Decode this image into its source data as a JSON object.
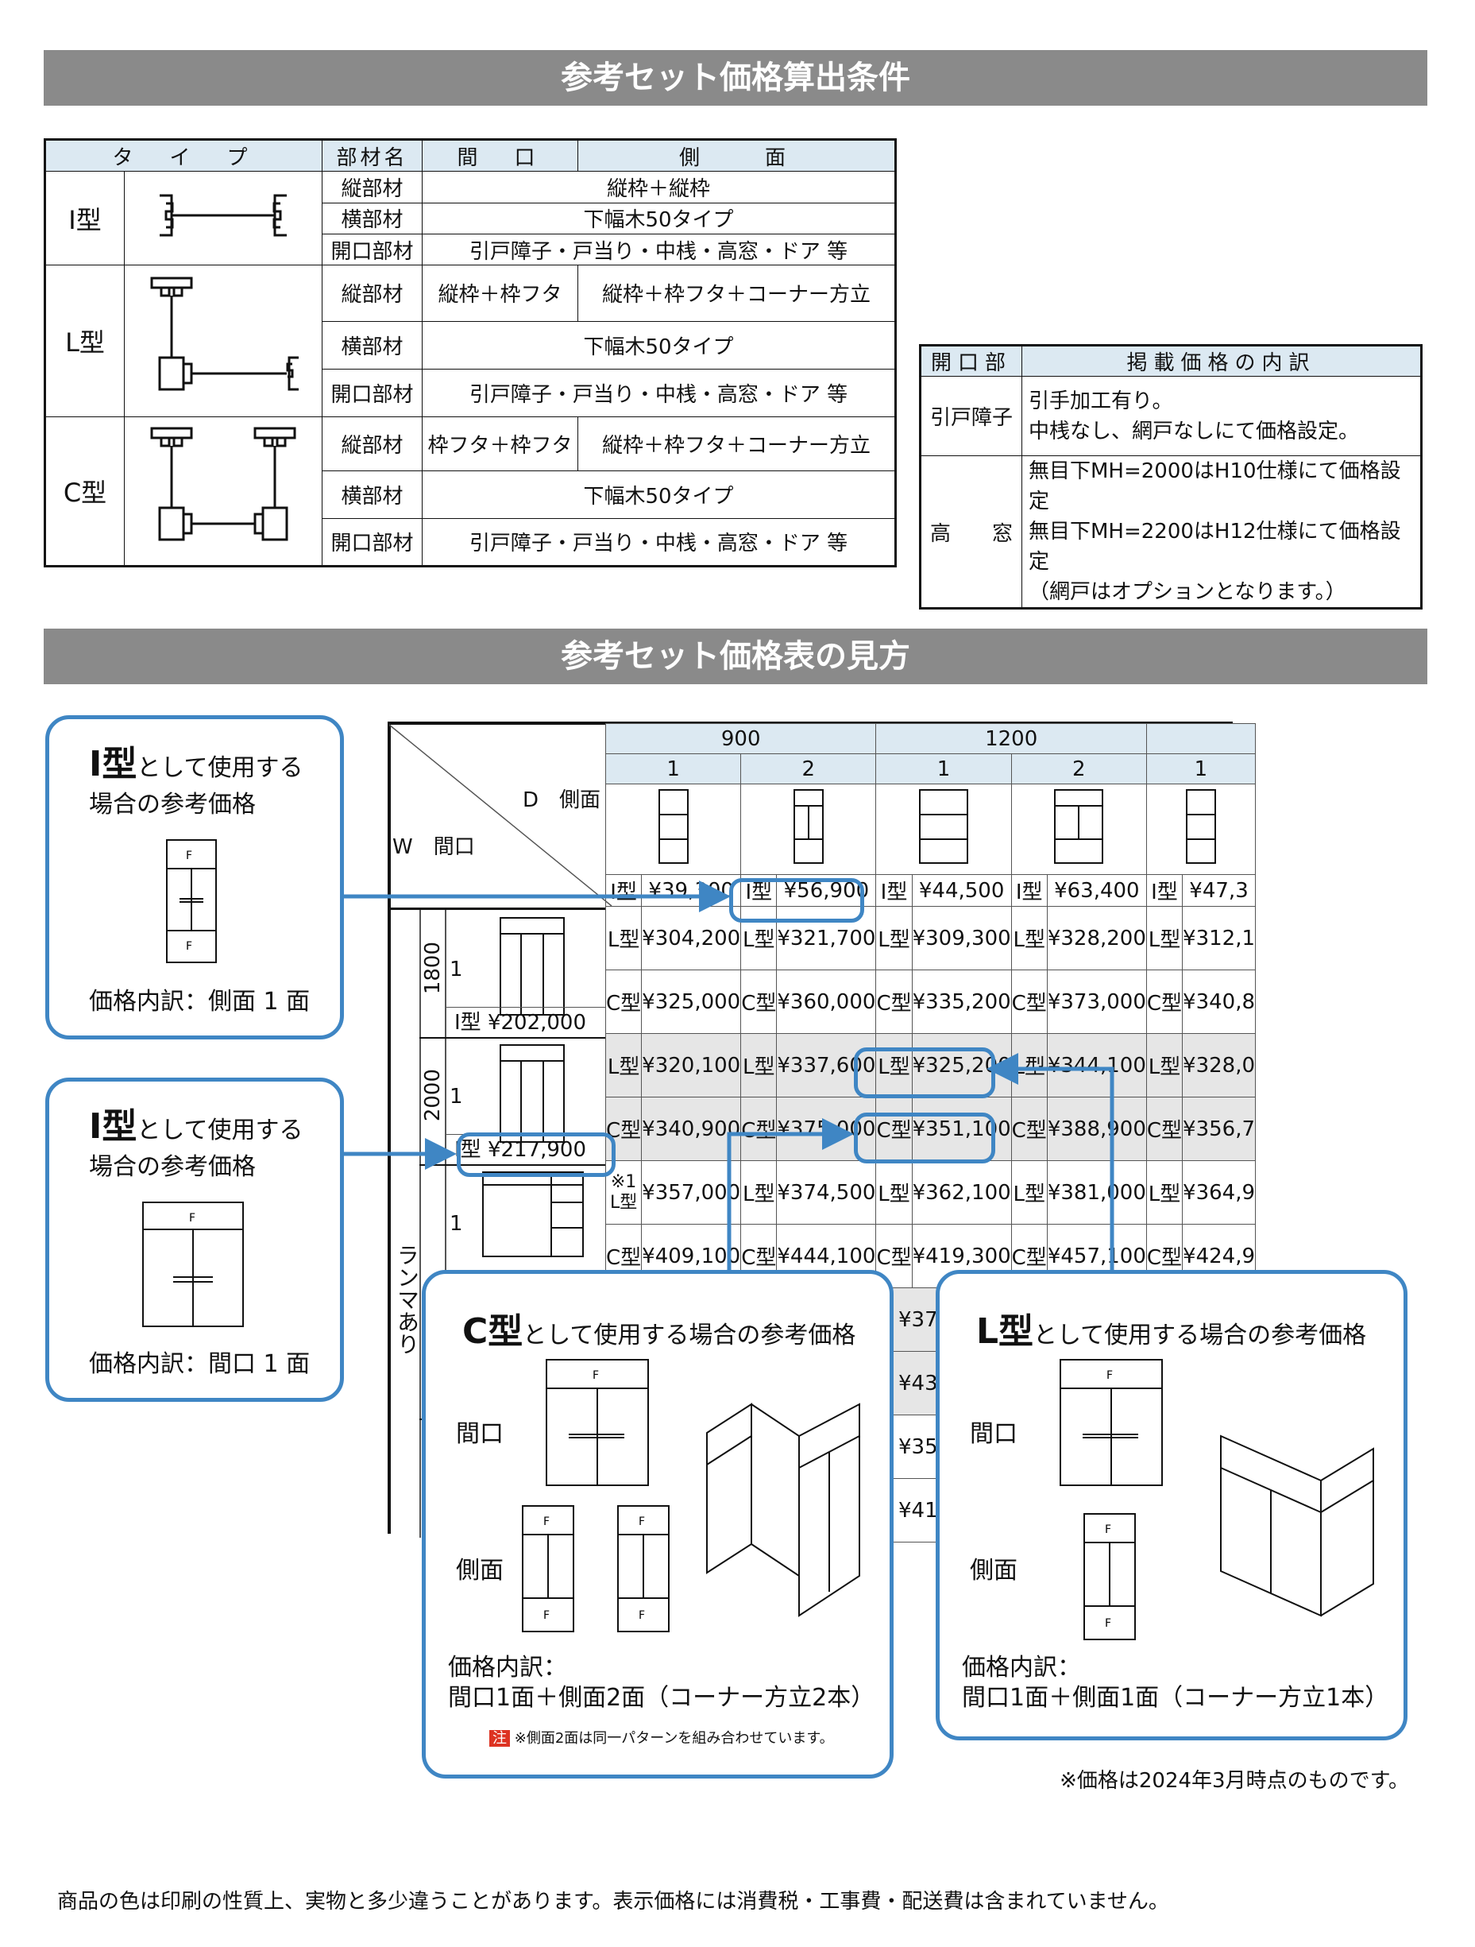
{
  "banner1": "参考セット価格算出条件",
  "banner2": "参考セット価格表の見方",
  "cond": {
    "h_type": "タ　イ　プ",
    "h_part": "部材名",
    "h_front": "間　口",
    "h_side": "側　　面",
    "rows": [
      {
        "type": "I型",
        "p1": "縦部材",
        "p1v": "縦枠＋縦枠",
        "p2": "横部材",
        "p2v": "下幅木50タイプ",
        "p3": "開口部材",
        "p3v": "引戸障子・戸当り・中桟・高窓・ドア 等"
      },
      {
        "type": "L型",
        "p1": "縦部材",
        "p1f": "縦枠＋枠フタ",
        "p1s": "縦枠＋枠フタ＋コーナー方立",
        "p2": "横部材",
        "p2v": "下幅木50タイプ",
        "p3": "開口部材",
        "p3v": "引戸障子・戸当り・中桟・高窓・ドア 等"
      },
      {
        "type": "C型",
        "p1": "縦部材",
        "p1f": "枠フタ＋枠フタ",
        "p1s": "縦枠＋枠フタ＋コーナー方立",
        "p2": "横部材",
        "p2v": "下幅木50タイプ",
        "p3": "開口部材",
        "p3v": "引戸障子・戸当り・中桟・高窓・ドア 等"
      }
    ]
  },
  "breakdown": {
    "h1": "開口部",
    "h2": "掲載価格の内訳",
    "r1_label": "引戸障子",
    "r1_l1": "引手加工有り。",
    "r1_l2": "中桟なし、網戸なしにて価格設定。",
    "r2_label": "高　　窓",
    "r2_l1": "無目下MH=2000はH10仕様にて価格設定",
    "r2_l2": "無目下MH=2200はH12仕様にて価格設定",
    "r2_l3": "（網戸はオプションとなります。）"
  },
  "sample": {
    "w900": "900",
    "w1200": "1200",
    "c1": "1",
    "c2": "2",
    "c3": "1",
    "c4": "2",
    "c5": "1",
    "d_side": "D　側面",
    "w_front": "W　間口",
    "itype": "I型",
    "ltype": "L型",
    "ctype": "C型",
    "hdr_prices": [
      "¥39,300",
      "¥56,900",
      "¥44,500",
      "¥63,400",
      "¥47,3"
    ],
    "h1800": "1800",
    "h2000": "2000",
    "ranma": "ランマあり",
    "one": "1",
    "base1": "¥202,000",
    "base2": "¥217,900",
    "r1800L": [
      "¥304,200",
      "¥321,700",
      "¥309,300",
      "¥328,200",
      "¥312,1"
    ],
    "r1800C": [
      "¥325,000",
      "¥360,000",
      "¥335,200",
      "¥373,000",
      "¥340,8"
    ],
    "r2000L": [
      "¥320,100",
      "¥337,600",
      "¥325,200",
      "¥344,100",
      "¥328,0"
    ],
    "r2000C": [
      "¥340,900",
      "¥375,000",
      "¥351,100",
      "¥388,900",
      "¥356,7"
    ],
    "rRanmaL": [
      "¥357,000",
      "¥374,500",
      "¥362,100",
      "¥381,000",
      "¥364,9"
    ],
    "rRanmaC": [
      "¥409,100",
      "¥444,100",
      "¥419,300",
      "¥457,100",
      "¥424,9"
    ],
    "note1": "※1",
    "clipped": [
      "¥37",
      "¥43",
      "¥35",
      "¥41"
    ]
  },
  "callouts": {
    "a_title_b": "I型",
    "a_title": "として使用する",
    "a_sub": "場合の参考価格",
    "a_note": "価格内訳：側面 1 面",
    "b_title_b": "I型",
    "b_title": "として使用する",
    "b_sub": "場合の参考価格",
    "b_note": "価格内訳：間口 1 面",
    "c_title_b": "C型",
    "c_title": "として使用する場合の参考価格",
    "c_front": "間口",
    "c_side": "側面",
    "c_note1": "価格内訳：",
    "c_note2": "間口1面＋側面2面（コーナー方立2本）",
    "c_warn_icon": "注",
    "c_warn": "※側面2面は同一パターンを組み合わせています。",
    "l_title_b": "L型",
    "l_title": "として使用する場合の参考価格",
    "l_front": "間口",
    "l_side": "側面",
    "l_note1": "価格内訳：",
    "l_note2": "間口1面＋側面1面（コーナー方立1本）",
    "f": "F"
  },
  "price_note": "※価格は2024年3月時点のものです。",
  "footer": "商品の色は印刷の性質上、実物と多少違うことがあります。表示価格には消費税・工事費・配送費は含まれていません。",
  "colors": {
    "accent": "#3f86c4",
    "banner": "#8a8a8a",
    "header_bg": "#dce9f2"
  }
}
